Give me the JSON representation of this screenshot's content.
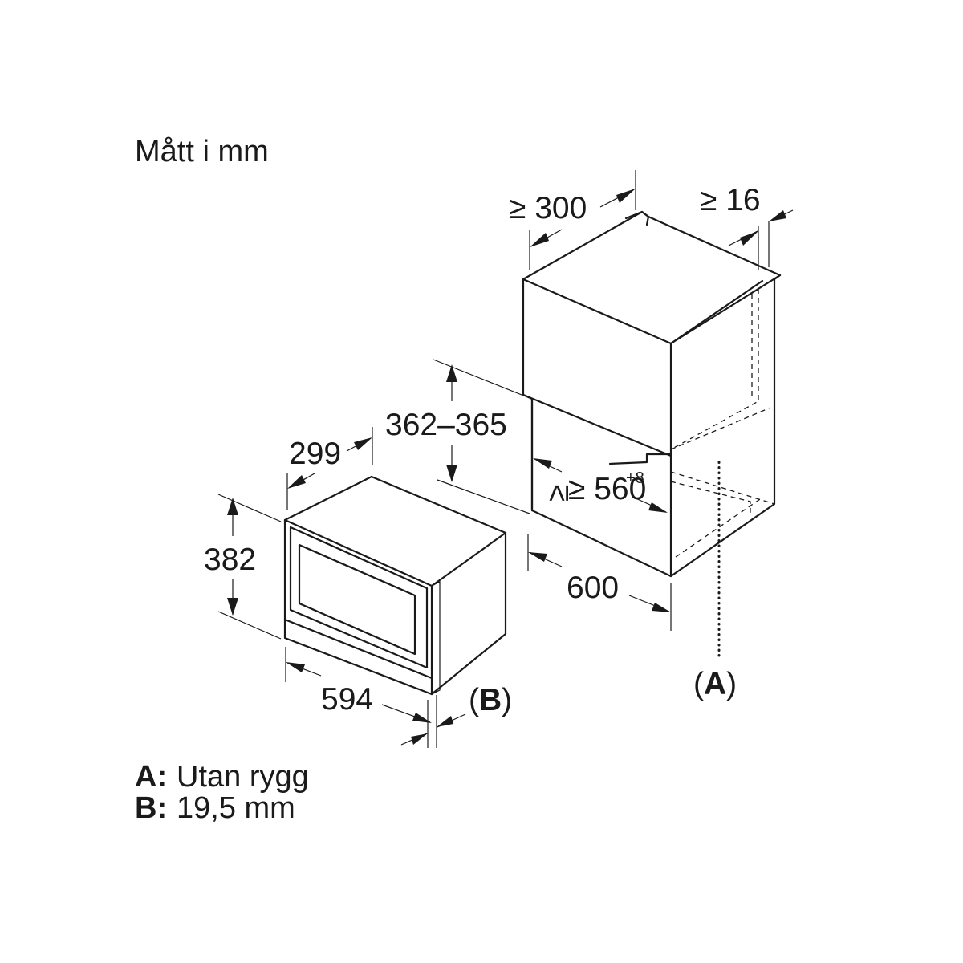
{
  "title": "Mått i mm",
  "dimensions": {
    "niche_depth": "≥ 300",
    "side_gap": "≥ 16",
    "niche_height": "362–365",
    "niche_width": "≥ 560",
    "niche_width_tolerance": "+8",
    "cabinet_width": "600",
    "appliance_depth": "299",
    "appliance_height": "382",
    "appliance_width": "594"
  },
  "callouts": {
    "a": "(A)",
    "b": "(B)"
  },
  "legend": [
    {
      "key": "A:",
      "text": "Utan rygg"
    },
    {
      "key": "B:",
      "text": "19,5 mm"
    }
  ]
}
